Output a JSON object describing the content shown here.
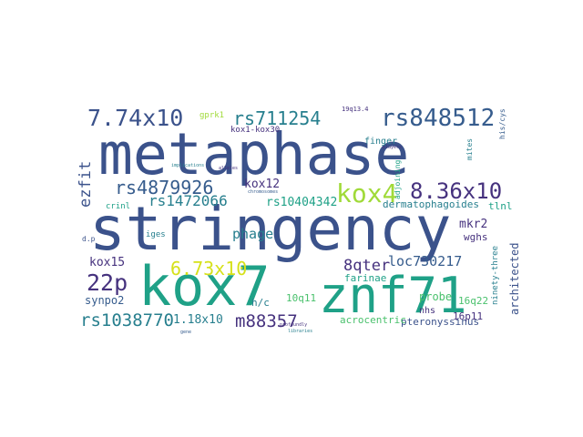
{
  "palette": {
    "dark_purple": "#46327e",
    "indigo": "#365c8d",
    "slate": "#3b528b",
    "teal": "#277f8e",
    "green_teal": "#1fa187",
    "green": "#4ac16d",
    "light_green": "#a0da39",
    "yellow": "#d6e11a",
    "gray": "#6b6b8a"
  },
  "words": {
    "metaphase": "metaphase",
    "stringency": "stringency",
    "kox7": "kox7",
    "znf71": "znf71",
    "kox4": "kox4",
    "w774": "7.74x10",
    "rs711254": "rs711254",
    "rs848512": "rs848512",
    "w22p": "22p",
    "w836": "8.36x10",
    "w673": "6.73x10",
    "rs4879926": "rs4879926",
    "rs1472066": "rs1472066",
    "ezfit": "ezfit",
    "rs1038770": "rs1038770",
    "m88357": "m88357",
    "w8qter": "8qter",
    "loc730217": "loc730217",
    "architected": "architected",
    "farinae": "farinae",
    "kox15": "kox15",
    "synpo2": "synpo2",
    "phage": "phage",
    "kox12": "kox12",
    "rs10404342": "rs10404342",
    "dermatophagoides": "dermatophagoides",
    "w118": "1.18x10",
    "pteronyssinus": "pteronyssinus",
    "acrocentric": "acrocentric",
    "mkr2": "mkr2",
    "wghs": "wghs",
    "ninetythree": "ninety-three",
    "w16p11": "16p11",
    "probe": "probe",
    "w10q11": "10q11",
    "hc": "h/c",
    "nhs": "nhs",
    "w16q22": "16q22",
    "tlnl": "tlnl",
    "adjoining": "adjoining",
    "finger": "finger",
    "mites": "mites",
    "iges": "iges",
    "crinl": "crinl",
    "gprk1": "gprk1",
    "kox1kox30": "kox1-kox30",
    "w19q134": "19q13.4",
    "hiscys": "his/cys",
    "dp": "d.p",
    "chromosomes": "chromosomes",
    "implications": "implications",
    "alleles": "alleles",
    "profoundly": "profoundly",
    "libraries": "libraries",
    "players": "players",
    "gene": "gene"
  }
}
